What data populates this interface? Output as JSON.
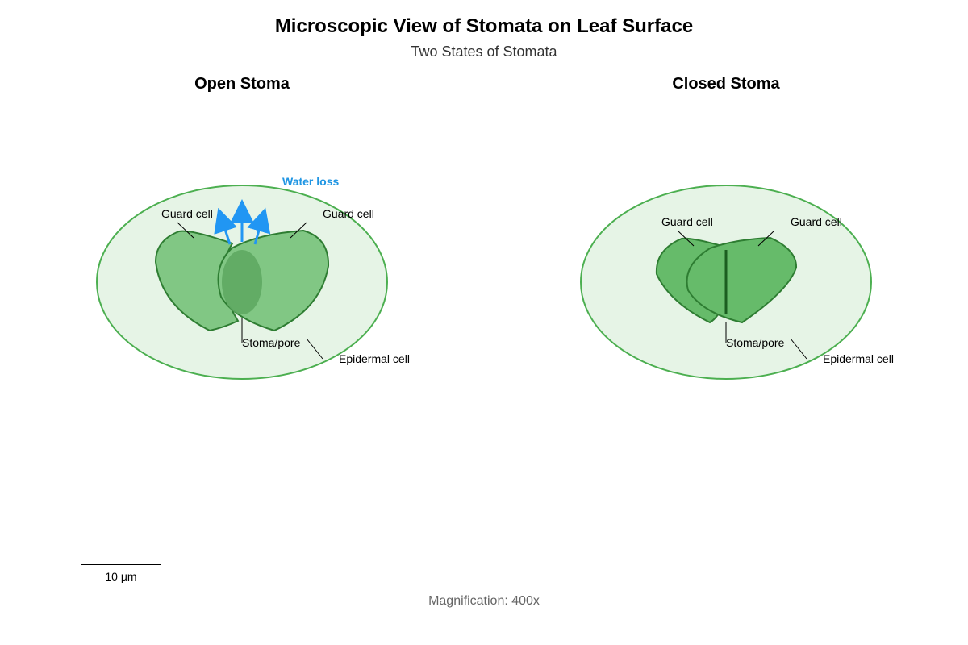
{
  "title": "Microscopic View of Stomata on Leaf Surface",
  "subtitle": "Two States of Stomata",
  "panels": [
    {
      "title": "Open Stoma",
      "labels": {
        "guard_cell_left": "Guard cell",
        "guard_cell_right": "Guard cell",
        "pore": "Stoma/pore",
        "epidermal": "Epidermal cell",
        "water_loss": "Water loss"
      }
    },
    {
      "title": "Closed Stoma",
      "labels": {
        "guard_cell_left": "Guard cell",
        "guard_cell_right": "Guard cell",
        "pore": "Stoma/pore",
        "epidermal": "Epidermal cell"
      }
    }
  ],
  "scale_bar": {
    "label": "10 μm"
  },
  "magnification": "Magnification: 400x",
  "colors": {
    "epidermis_fill": "#e6f4e6",
    "epidermis_stroke": "#4caf50",
    "guard_open_fill": "#81c784",
    "guard_closed_fill": "#66bb6a",
    "guard_stroke": "#2e7d32",
    "pore_fill": "#5ea862",
    "arrow": "#2196f3"
  }
}
